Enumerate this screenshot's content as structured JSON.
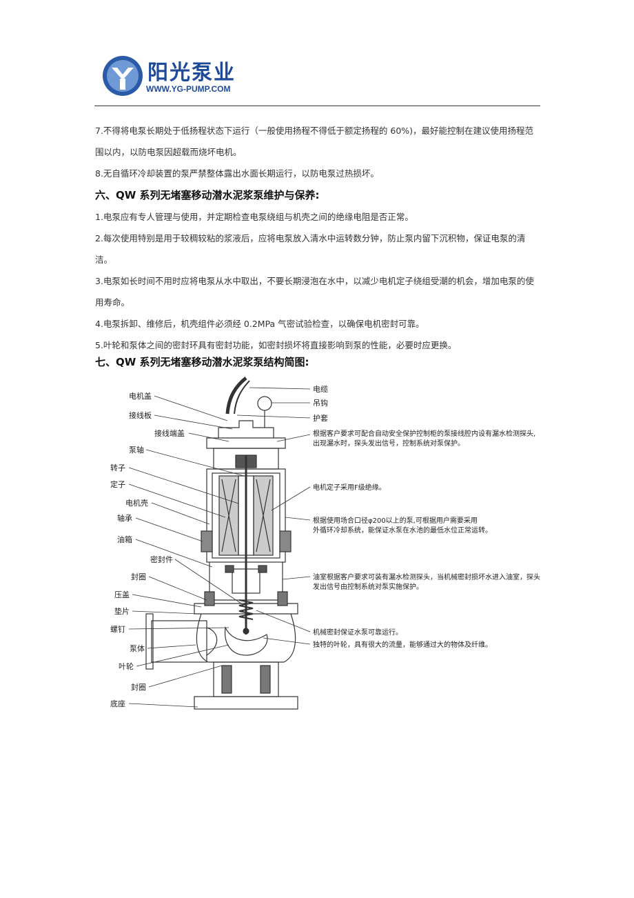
{
  "header": {
    "brand_name": "阳光泵业",
    "brand_url": "WWW.YG-PUMP.COM"
  },
  "paragraphs": [
    {
      "text": "7.不得将电泵长期处于低扬程状态下运行（一般使用扬程不得低于额定扬程的 60%)，最好能控制在建议使用扬程范围以内，以防电泵因超载而烧坏电机。"
    },
    {
      "text": "8.无自循环冷却装置的泵严禁整体露出水面长期运行，以防电泵过热损坏。"
    }
  ],
  "section6": {
    "title": "六、QW 系列无堵塞移动潜水泥浆泵维护与保养:",
    "items": [
      "1.电泵应有专人管理与使用，并定期检查电泵绕组与机壳之间的绝缘电阻是否正常。",
      "2.每次使用特别是用于较稠较粘的浆液后，应将电泵放入清水中运转数分钟，防止泵内留下沉积物，保证电泵的清洁。",
      "3.电泵如长时间不用时应将电泵从水中取出，不要长期浸泡在水中，以减少电机定子绕组受潮的机会，增加电泵的使用寿命。",
      "4.电泵拆卸、维修后，机壳组件必须经 0.2MPa 气密试验检查，以确保电机密封可靠。",
      "5.叶轮和泵体之间的密封环具有密封功能，如密封损坏将直接影响到泵的性能，必要时应更换。"
    ]
  },
  "section7": {
    "title": "七、QW 系列无堵塞移动潜水泥浆泵结构简图:"
  },
  "diagram": {
    "left_labels": [
      "电机盖",
      "接线板",
      "接线端盖",
      "泵轴",
      "转子",
      "定子",
      "电机壳",
      "轴承",
      "油箱",
      "密封件",
      "封圈",
      "压盖",
      "垫片",
      "螺钉",
      "泵体",
      "叶轮",
      "封圈",
      "底座"
    ],
    "right_labels": [
      "电缆",
      "吊钩",
      "护套"
    ],
    "annotations": [
      {
        "line1": "根据客户要求可配合自动安全保护控制柜的泵接线腔内设有漏水检测探头,",
        "line2": "出现漏水时，探头发出信号，控制系统对泵保护。"
      },
      {
        "line1": "电机定子采用F级绝缘。",
        "line2": ""
      },
      {
        "line1": "根据使用场合口径φ200以上的泵,可根据用户需要采用",
        "line2": "外循环冷却系统，能保证水泵在水池的最低水位正常运转。"
      },
      {
        "line1": "油室根据客户要求可装有漏水检测探头，当机械密封损坏水进入油室，探头",
        "line2": "发出信号由控制系统对泵实施保护。"
      },
      {
        "line1": "机械密封保证水泵可靠运行。",
        "line2": "独特的叶轮，具有很大的流量，能够通过大的物体及纤维。"
      }
    ]
  },
  "colors": {
    "brand": "#1f4a9a",
    "text": "#333333"
  }
}
